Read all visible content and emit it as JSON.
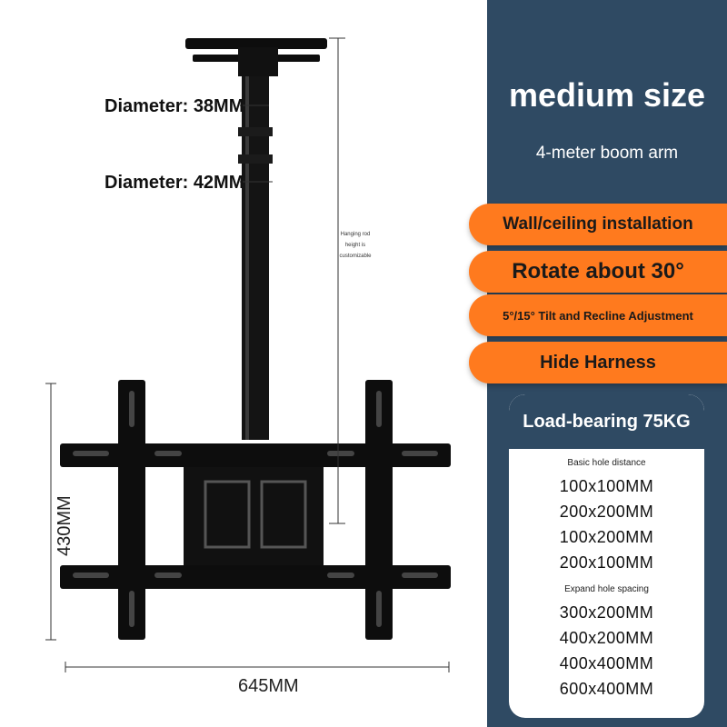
{
  "colors": {
    "panel": "#2f4a63",
    "accent": "#ff7a1e",
    "bracket": "#0d0d0d"
  },
  "product": {
    "diameter_top": "Diameter: 38MM",
    "diameter_bottom": "Diameter: 42MM",
    "rod_note": "Hanging rod height is customizable",
    "height_dim": "430MM",
    "width_dim": "645MM"
  },
  "panel": {
    "title": "medium size",
    "subtitle": "4-meter boom arm",
    "features": [
      "Wall/ceiling installation",
      "Rotate about 30°",
      "5°/15° Tilt and Recline Adjustment",
      "Hide Harness"
    ],
    "card": {
      "title": "Load-bearing 75KG",
      "basic_title": "Basic hole distance",
      "basic_sizes": [
        "100x100MM",
        "200x200MM",
        "100x200MM",
        "200x100MM"
      ],
      "expand_title": "Expand hole spacing",
      "expand_sizes": [
        "300x200MM",
        "400x200MM",
        "400x400MM",
        "600x400MM"
      ]
    }
  }
}
